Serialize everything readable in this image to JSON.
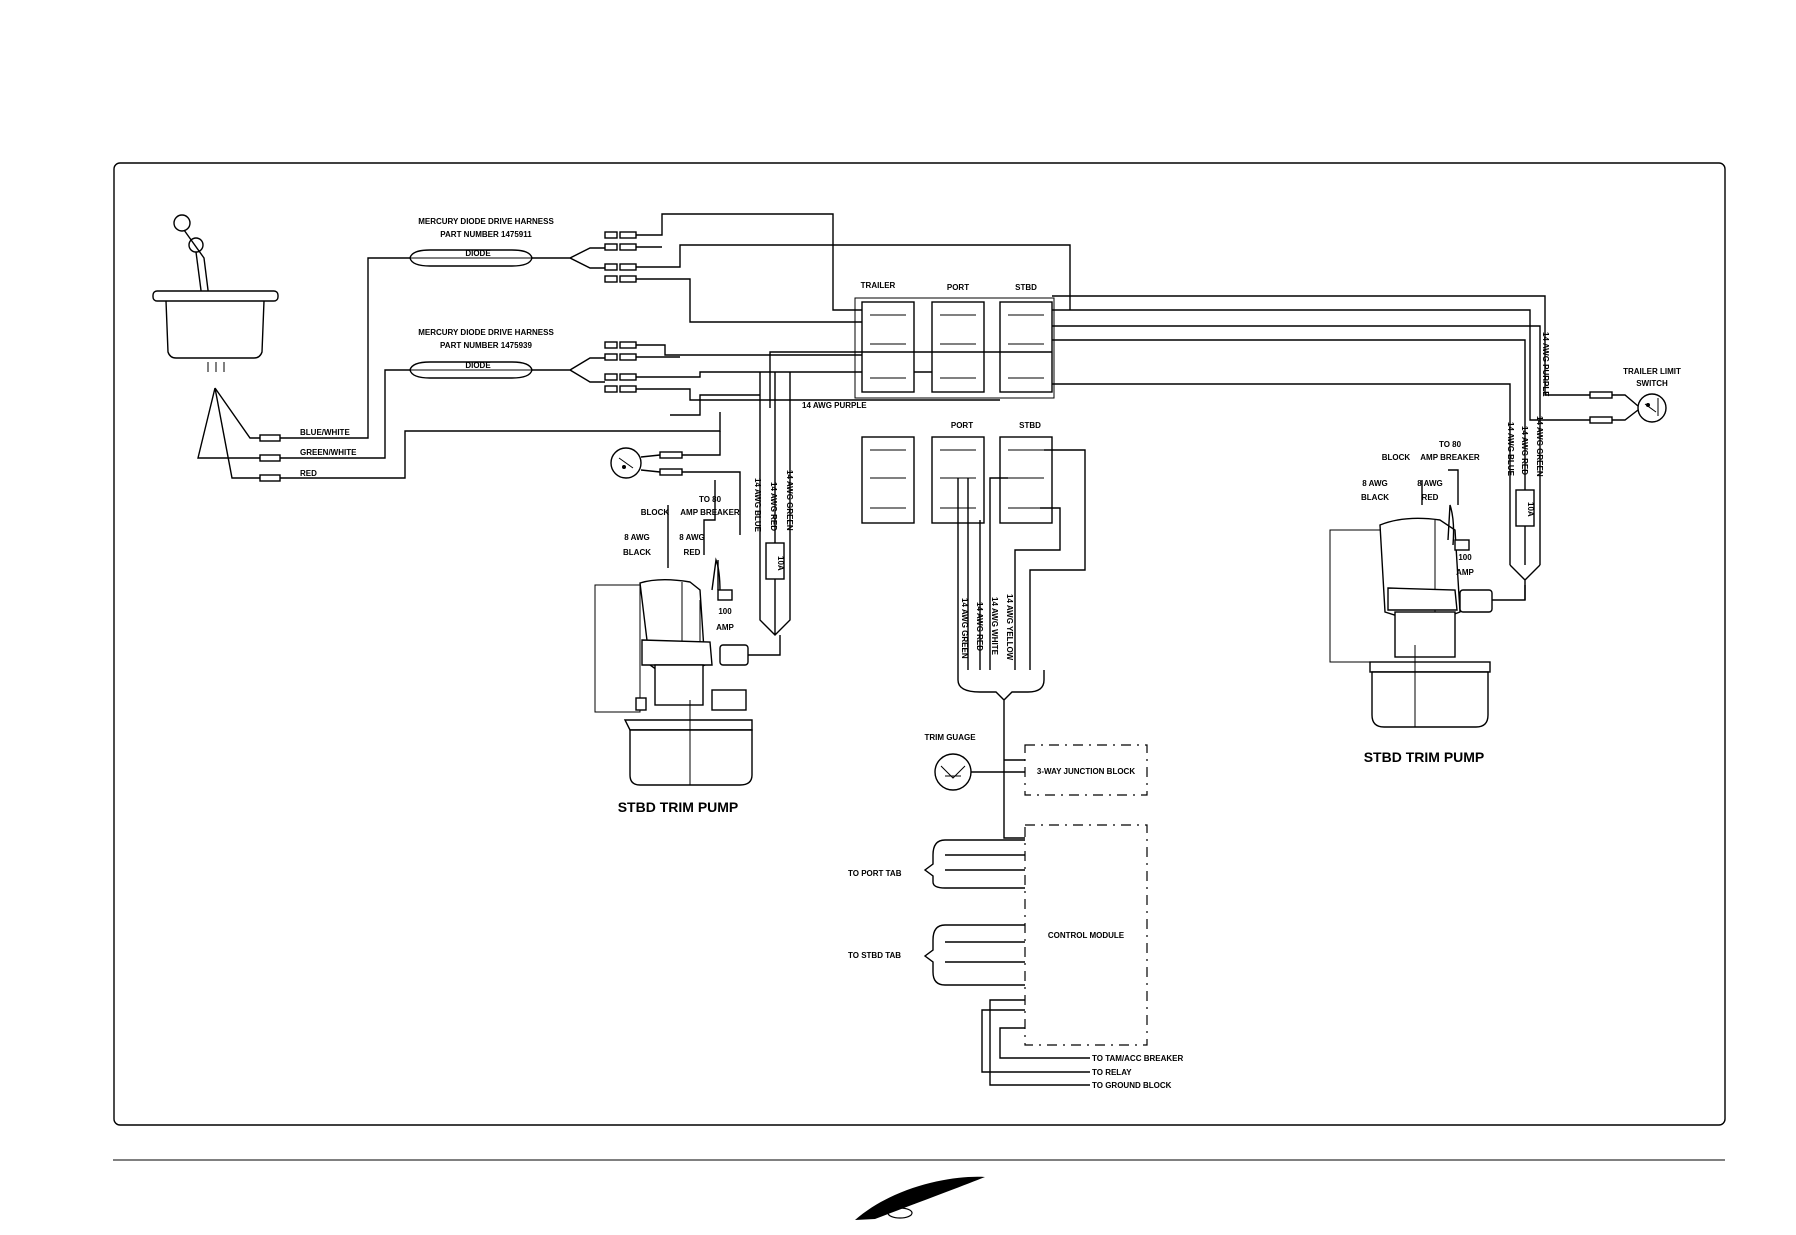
{
  "labels": {
    "harness1_title": "MERCURY DIODE DRIVE HARNESS",
    "harness1_part": "PART NUMBER 1475911",
    "harness2_title": "MERCURY DIODE DRIVE HARNESS",
    "harness2_part": "PART NUMBER 1475939",
    "diode": "DIODE",
    "blue_white": "BLUE/WHITE",
    "green_white": "GREEN/WHITE",
    "red": "RED",
    "trailer": "TRAILER",
    "port": "PORT",
    "stbd": "STBD",
    "purple_14": "14 AWG PURPLE",
    "blue_14": "14 AWG BLUE",
    "red_14": "14 AWG RED",
    "green_14": "14 AWG GREEN",
    "white_14": "14 AWG WHITE",
    "yellow_14": "14 AWG YELLOW",
    "fuse_10a": "10A",
    "to_80": "TO 80",
    "amp_breaker": "AMP BREAKER",
    "block": "BLOCK",
    "awg8": "8 AWG",
    "black": "BLACK",
    "amp100": "100",
    "amp": "AMP",
    "trailer_limit": "TRAILER LIMIT",
    "switch": "SWITCH",
    "left_pump": "STBD TRIM PUMP",
    "right_pump": "STBD TRIM PUMP",
    "trim_gauge": "TRIM GUAGE",
    "junction_block": "3-WAY JUNCTION BLOCK",
    "control_module": "CONTROL MODULE",
    "to_port_tab": "TO PORT TAB",
    "to_stbd_tab": "TO STBD TAB",
    "to_tamacc": "TO TAM/ACC BREAKER",
    "to_relay": "TO RELAY",
    "to_ground": "TO GROUND BLOCK"
  }
}
